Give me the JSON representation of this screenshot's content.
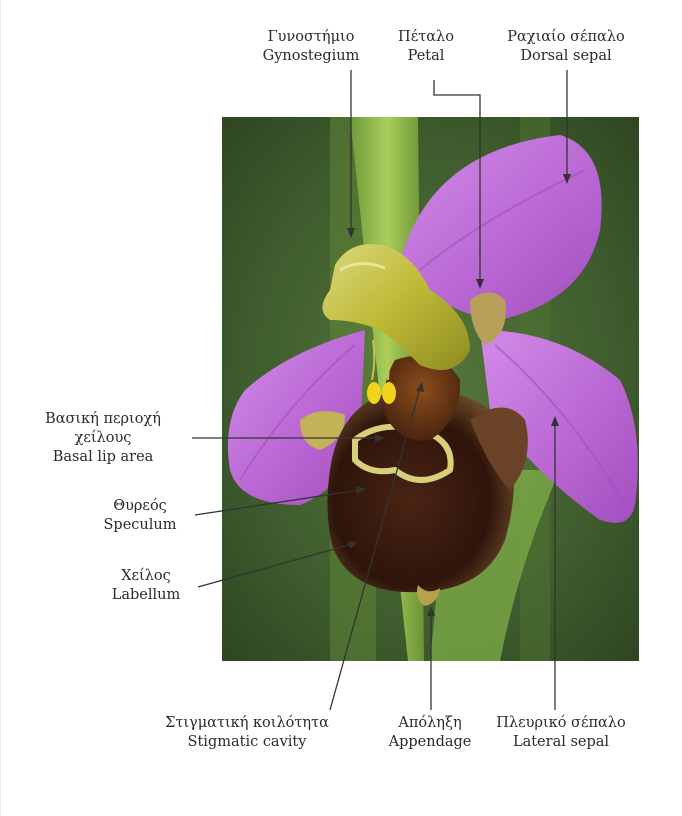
{
  "labels": {
    "gynostegium": {
      "greek": "Γυνοστήμιο",
      "latin": "Gynostegium"
    },
    "petal": {
      "greek": "Πέταλο",
      "latin": "Petal"
    },
    "dorsal_sepal": {
      "greek": "Ραχιαίο σέπαλο",
      "latin": "Dorsal sepal"
    },
    "basal_lip": {
      "greek_line1": "Βασική περιοχή",
      "greek_line2": "χείλους",
      "latin": "Basal lip area"
    },
    "speculum": {
      "greek": "Θυρεός",
      "latin": "Speculum"
    },
    "labellum": {
      "greek": "Χείλος",
      "latin": "Labellum"
    },
    "stigmatic_cavity": {
      "greek": "Στιγματική κοιλότητα",
      "latin": "Stigmatic cavity"
    },
    "appendage": {
      "greek": "Απόληξη",
      "latin": "Appendage"
    },
    "lateral_sepal": {
      "greek": "Πλευρικό σέπαλο",
      "latin": "Lateral sepal"
    }
  },
  "colors": {
    "background": "#ffffff",
    "photo_background": "#3d5a2c",
    "sepal": "#c06ed6",
    "labellum": "#3a1d10",
    "gynostegium": "#c9c437",
    "leader_line": "#333333"
  }
}
